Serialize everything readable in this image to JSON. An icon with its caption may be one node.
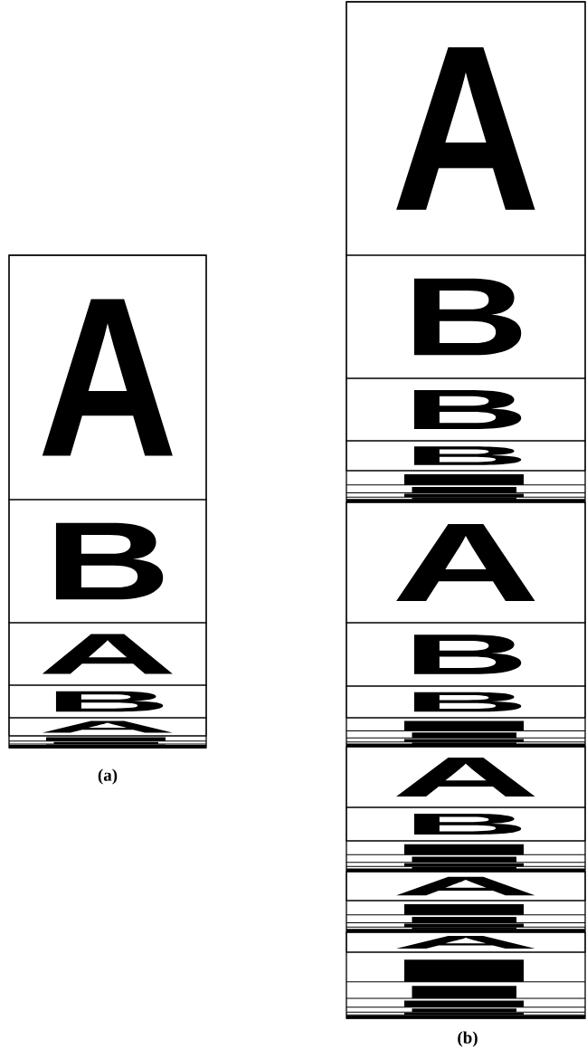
{
  "diagram": {
    "nodes": [
      {
        "text": [
          "A"
        ]
      },
      {
        "text": [
          "B"
        ]
      },
      {
        "text": [
          "A"
        ]
      },
      {
        "text": [
          "B"
        ]
      },
      {
        "text": [
          "A"
        ]
      },
      {
        "text": [
          "A"
        ]
      },
      {
        "text": [
          "B"
        ]
      },
      {
        "text": [
          "B"
        ]
      },
      {
        "text": [
          "B"
        ]
      },
      {
        "text": [
          "A"
        ]
      },
      {
        "text": [
          "B"
        ]
      },
      {
        "text": [
          "B"
        ]
      },
      {
        "text": [
          "A"
        ]
      },
      {
        "text": [
          "B"
        ]
      },
      {
        "text": [
          "A"
        ]
      },
      {
        "text": [
          "A"
        ]
      }
    ],
    "labels": [
      "(a)",
      "(b)"
    ]
  }
}
